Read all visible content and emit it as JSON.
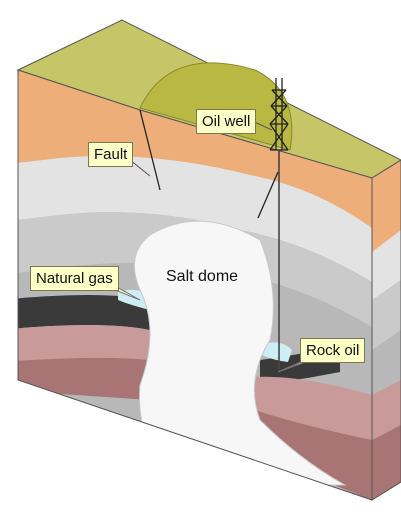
{
  "labels": {
    "fault": "Fault",
    "oil_well": "Oil well",
    "natural_gas": "Natural gas",
    "salt_dome": "Salt dome",
    "rock_oil": "Rock oil"
  },
  "colors": {
    "surface": "#c6c668",
    "sandstone": "#eeae7a",
    "grey_light": "#e3e3e3",
    "grey_mid": "#cacaca",
    "grey_dark": "#b8b8b8",
    "shale": "#3a3a3a",
    "red_light": "#c99a9a",
    "red_dark": "#a97474",
    "salt": "#f7f7f7",
    "gas": "#cdeef4",
    "callout_fill": "#ffffc8"
  }
}
